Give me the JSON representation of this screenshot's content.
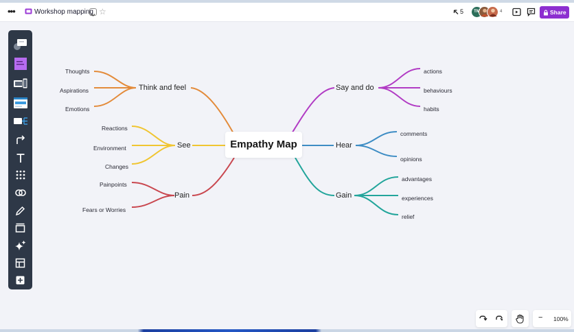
{
  "header": {
    "board_title": "Workshop mapping",
    "cursor_count": "5",
    "avatar_initials": "TM",
    "avatar_extra_count": "4",
    "share_label": "Share",
    "share_color": "#8d2fd0"
  },
  "toolbar": {
    "tools": [
      "templates-icon",
      "sticky-note-icon",
      "devices-icon",
      "card-icon",
      "kanban-icon",
      "arrow-icon",
      "text-icon",
      "grid-icon",
      "link-icon",
      "pen-icon",
      "frame-icon",
      "ai-sparkle-icon",
      "layout-icon",
      "add-icon"
    ]
  },
  "mindmap": {
    "center": "Empathy Map",
    "branches": {
      "think_and_feel": {
        "label": "Think and feel",
        "color": "#e38b3a",
        "children": [
          "Thoughts",
          "Aspirations",
          "Emotions"
        ]
      },
      "see": {
        "label": "See",
        "color": "#f0c531",
        "children": [
          "Reactions",
          "Environment",
          "Changes"
        ]
      },
      "pain": {
        "label": "Pain",
        "color": "#c9474f",
        "children": [
          "Painpoints",
          "Fears or Worries"
        ]
      },
      "say_and_do": {
        "label": "Say and do",
        "color": "#b13bc4",
        "children": [
          "actions",
          "behaviours",
          "habits"
        ]
      },
      "hear": {
        "label": "Hear",
        "color": "#3d8cc4",
        "children": [
          "comments",
          "opinions"
        ]
      },
      "gain": {
        "label": "Gain",
        "color": "#22a59b",
        "children": [
          "advantages",
          "experiences",
          "relief"
        ]
      }
    }
  },
  "controls": {
    "zoom_label": "100%",
    "zoom_minus": "−"
  }
}
